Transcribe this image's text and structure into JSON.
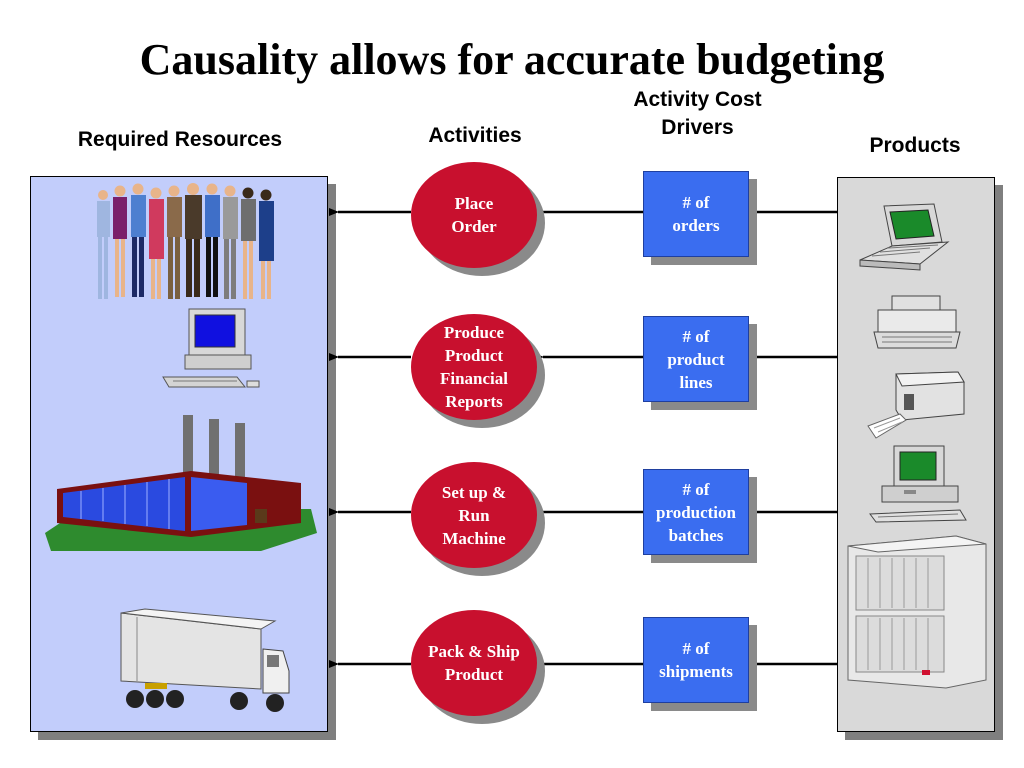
{
  "title": "Causality allows for accurate budgeting",
  "headers": {
    "resources": "Required Resources",
    "activities": "Activities",
    "drivers": "Activity Cost\nDrivers",
    "products": "Products"
  },
  "rows": [
    {
      "activity": "Place\nOrder",
      "driver": "# of\norders",
      "resource_icon": "people-icon",
      "product_icon": "laptop-icon"
    },
    {
      "activity": "Produce\nProduct\nFinancial\nReports",
      "driver": "# of\nproduct\nlines",
      "resource_icon": "desktop-computer-icon",
      "product_icon": "typewriter-icon"
    },
    {
      "activity": "Set up &\nRun\nMachine",
      "driver": "# of\nproduction\nbatches",
      "resource_icon": "factory-icon",
      "product_icon": "printer-icon"
    },
    {
      "activity": "Pack & Ship\nProduct",
      "driver": "# of\nshipments",
      "resource_icon": "truck-icon",
      "product_icon": "terminal-icon"
    }
  ],
  "extra_product_icon": "server-cabinet-icon",
  "colors": {
    "activity_fill": "#c8102e",
    "driver_fill": "#3a6df0",
    "resources_panel": "#c2cdfb",
    "products_panel": "#d9d9d9"
  }
}
